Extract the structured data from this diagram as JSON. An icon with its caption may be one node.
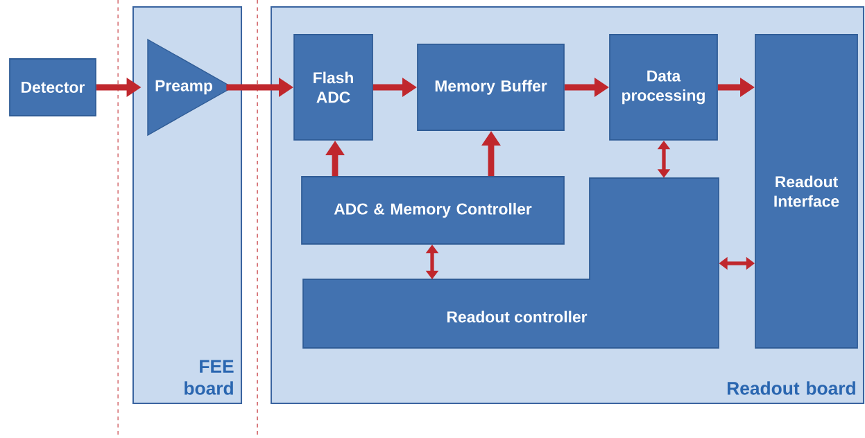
{
  "diagram": {
    "nodes": [
      {
        "text": [
          "Detector"
        ]
      },
      {
        "text": [
          "FEE board"
        ]
      },
      {
        "text": [
          "Preamp"
        ],
        "in": 1
      },
      {
        "text": [
          "Readout board"
        ]
      },
      {
        "text": [
          "Flash ADC"
        ],
        "in": 3
      },
      {
        "text": [
          "Memory Buffer"
        ],
        "in": 3
      },
      {
        "text": [
          "Data processing"
        ],
        "in": 3
      },
      {
        "text": [
          "Readout Interface"
        ],
        "in": 3
      },
      {
        "text": [
          "ADC & Memory Controller"
        ],
        "in": 3
      },
      {
        "text": [
          "Readout controller"
        ],
        "in": 3
      }
    ],
    "edges": [
      {
        "from": 0,
        "to": 2,
        "arrow": "to"
      },
      {
        "from": 2,
        "to": 4,
        "arrow": "to"
      },
      {
        "from": 4,
        "to": 5,
        "arrow": "to"
      },
      {
        "from": 5,
        "to": 6,
        "arrow": "to"
      },
      {
        "from": 6,
        "to": 7,
        "arrow": "to"
      },
      {
        "from": 8,
        "to": 4,
        "arrow": "to"
      },
      {
        "from": 8,
        "to": 5,
        "arrow": "to"
      },
      {
        "from": 6,
        "to": 9,
        "arrow": "both"
      },
      {
        "from": 8,
        "to": 9,
        "arrow": "both"
      },
      {
        "from": 9,
        "to": 7,
        "arrow": "both"
      }
    ]
  }
}
